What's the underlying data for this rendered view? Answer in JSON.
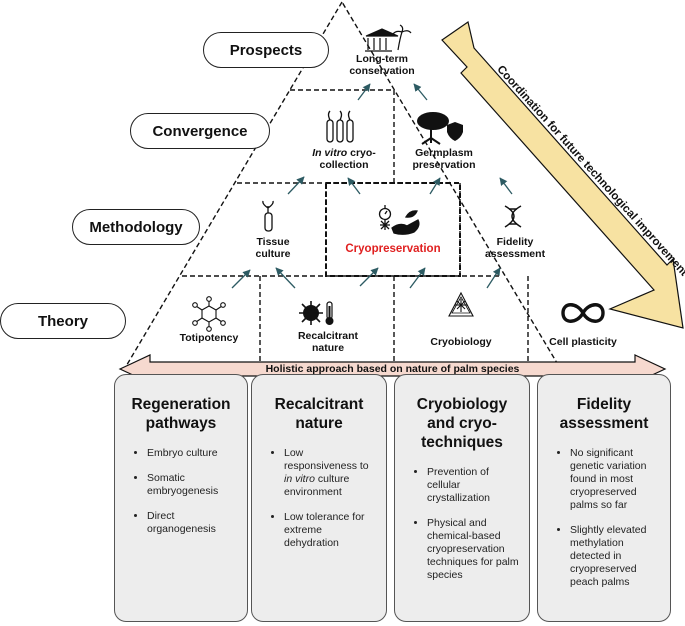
{
  "levels": [
    "Prospects",
    "Convergence",
    "Methodology",
    "Theory"
  ],
  "pyramid": {
    "prospects_cell": {
      "line1": "Long-term",
      "line2": "conservation"
    },
    "convergence_cells": [
      {
        "italic": "In vitro",
        "rest": " cryo-",
        "line2": "collection"
      },
      {
        "line1": "Germplasm",
        "line2": "preservation"
      }
    ],
    "methodology_cells": [
      {
        "line1": "Tissue",
        "line2": "culture"
      },
      {
        "line1": "Cryopreservation"
      },
      {
        "line1": "Fidelity",
        "line2": "assessment"
      }
    ],
    "theory_cells": [
      {
        "line1": "Totipotency"
      },
      {
        "line1": "Recalcitrant",
        "line2": "nature"
      },
      {
        "line1": "Cryobiology"
      },
      {
        "line1": "Cell plasticity"
      }
    ]
  },
  "holistic_label": "Holistic approach based on nature of palm species",
  "coordination_label": "Coordination for future technological improvement",
  "columns": [
    {
      "title": "Regeneration pathways",
      "bullets": [
        [
          "Embryo culture"
        ],
        [
          "Somatic embryogenesis"
        ],
        [
          "Direct organogenesis"
        ]
      ]
    },
    {
      "title": "Recalcitrant nature",
      "bullets": [
        [
          "Low responsiveness to ",
          "in vitro",
          " culture environment"
        ],
        [
          "Low tolerance for extreme dehydration"
        ]
      ]
    },
    {
      "title": "Cryobiology and cryo-techniques",
      "bullets": [
        [
          "Prevention of cellular crystallization"
        ],
        [
          "Physical and chemical-based cryopreservation techniques for palm species"
        ]
      ]
    },
    {
      "title": "Fidelity assessment",
      "bullets": [
        [
          "No significant genetic variation found in most cryopreserved palms so far"
        ],
        [
          "Slightly elevated methylation detected in cryopreserved peach palms"
        ]
      ]
    }
  ],
  "colors": {
    "accent_red": "#e02020",
    "arrow_yellow": "#f7e2a2",
    "arrow_pink": "#f6d9cf",
    "card_gray": "#ededed",
    "teal_arrow": "#2d5b63"
  },
  "icons": [
    "museum-palm-icon",
    "test-tubes-icon",
    "tree-shield-icon",
    "seedling-tube-icon",
    "stopwatch-snowflake-hand-icon",
    "dna-icon",
    "molecule-icon",
    "virus-thermometer-icon",
    "snowflake-triangle-icon",
    "infinity-icon"
  ]
}
